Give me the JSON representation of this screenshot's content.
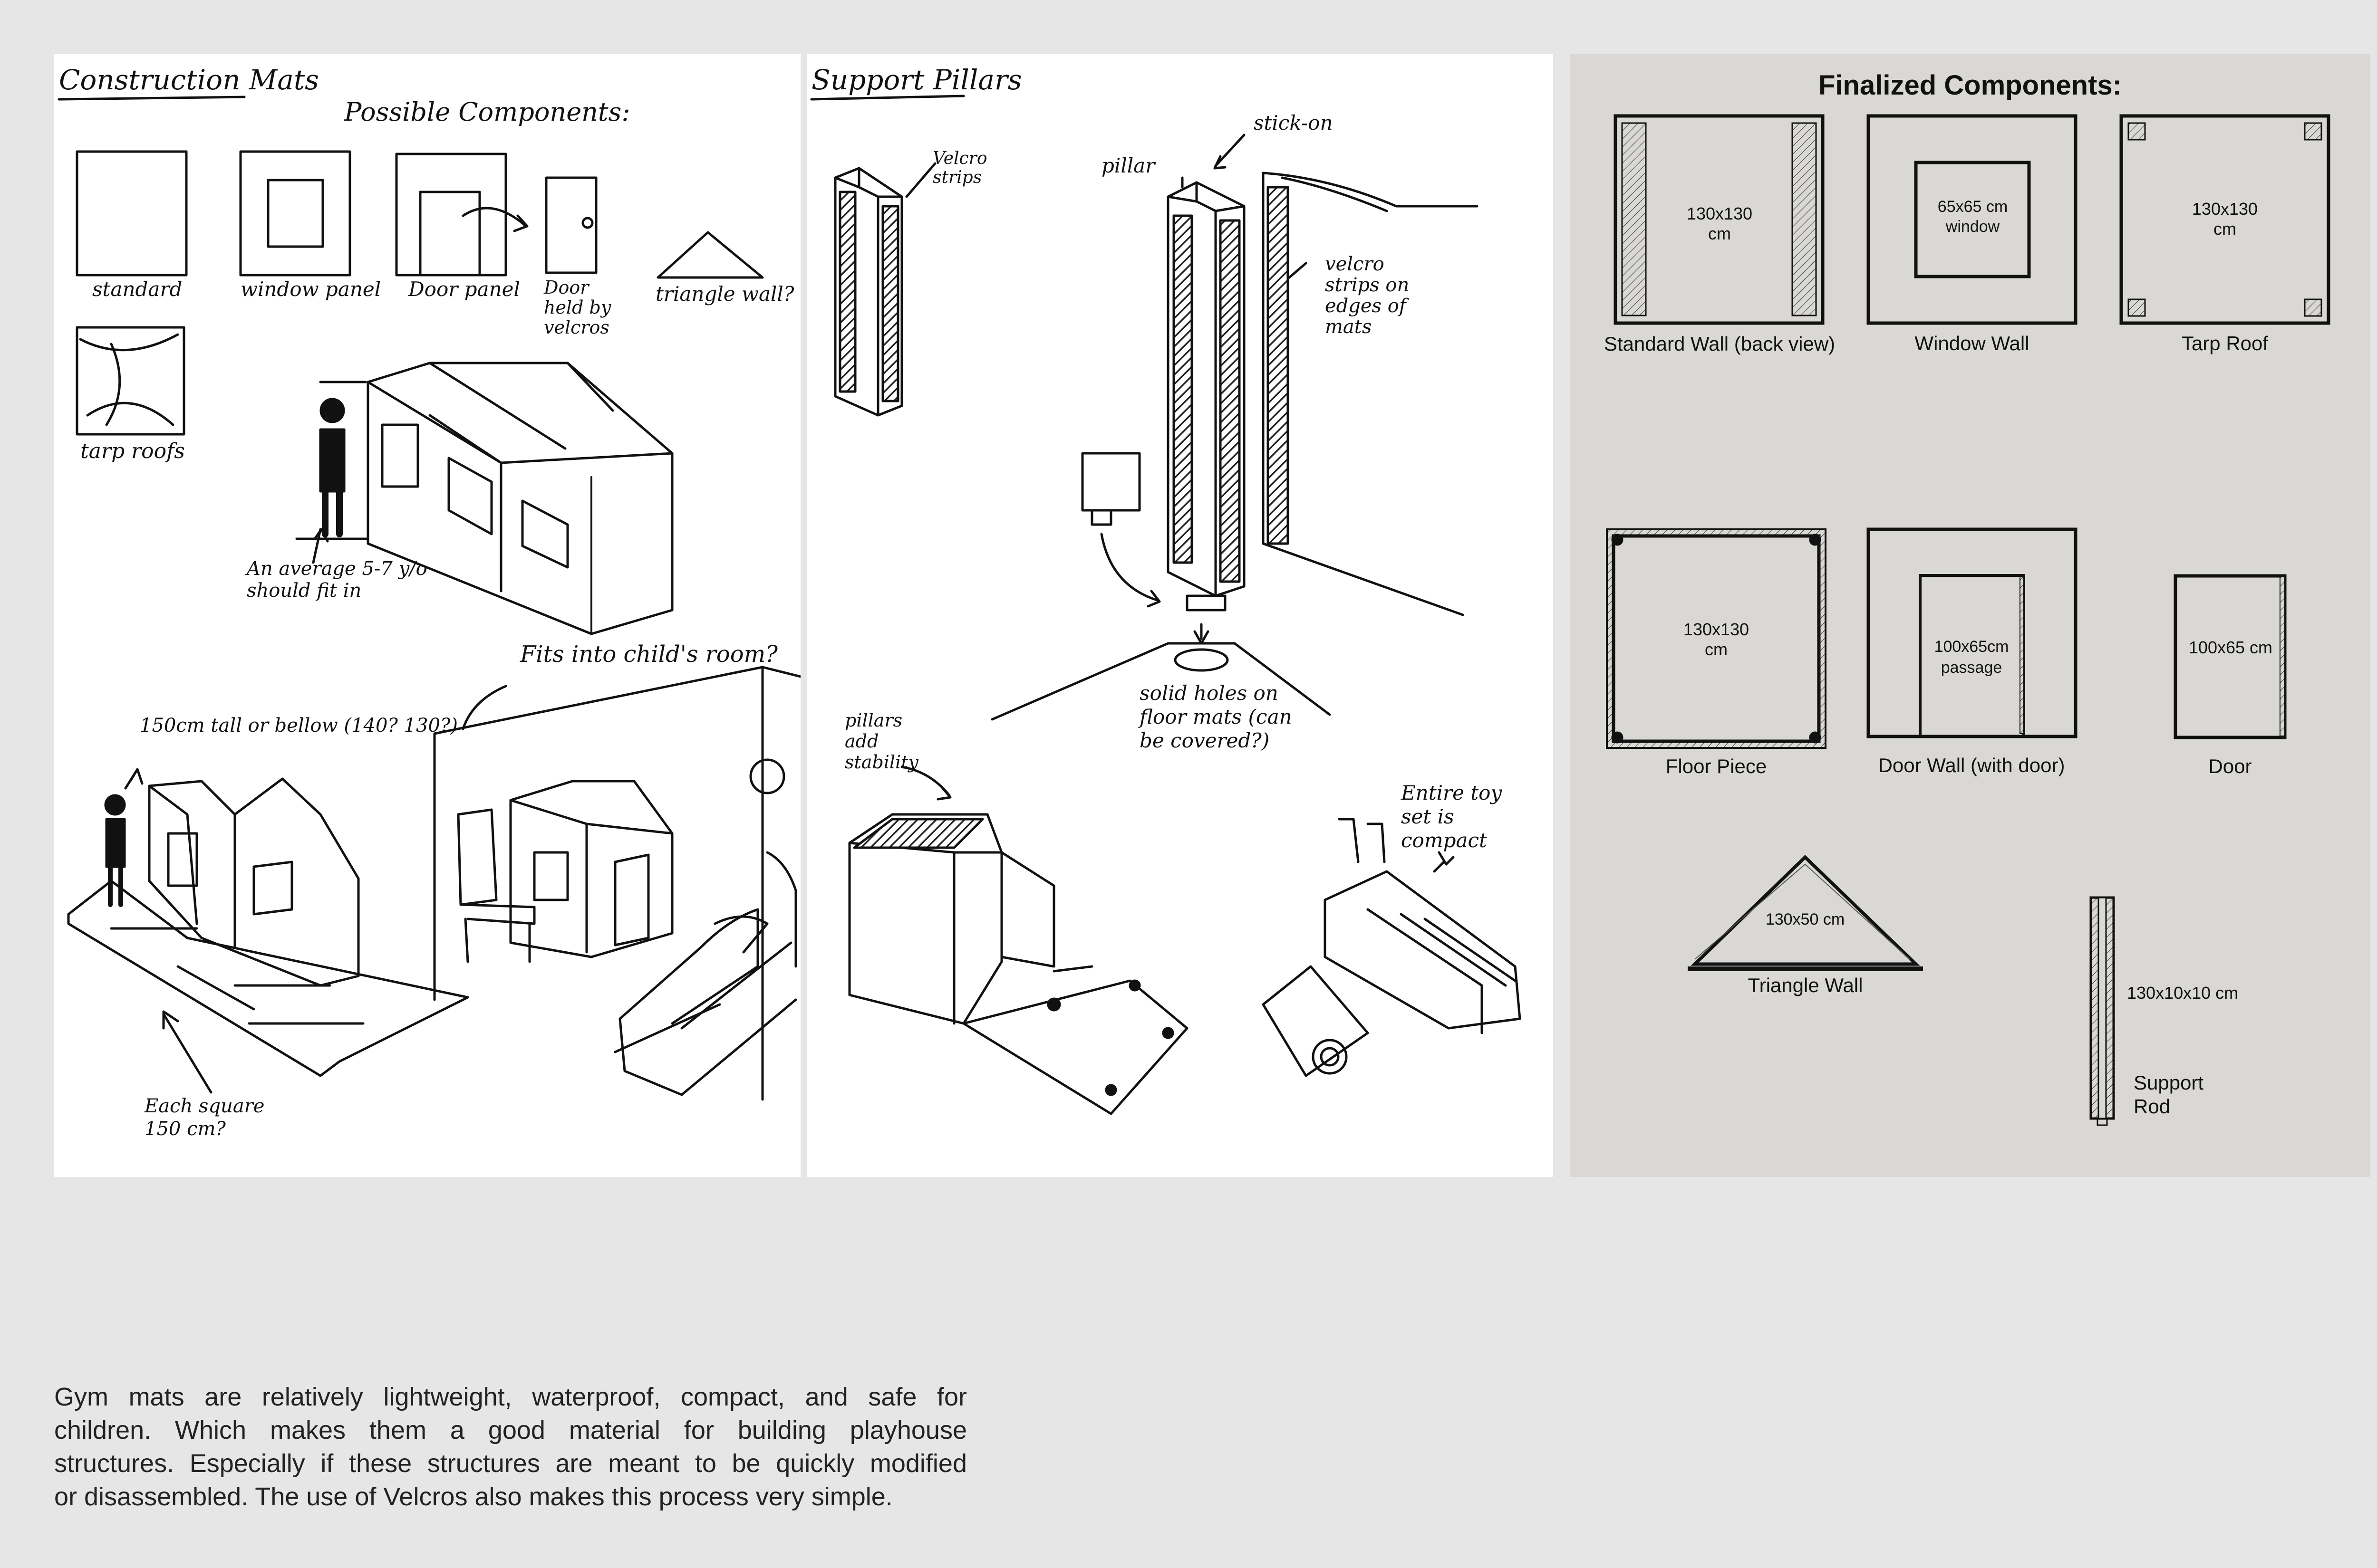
{
  "panel_sketch_mats": {
    "heading": "Construction Mats",
    "subheading": "Possible Components:",
    "components": [
      {
        "label": "standard"
      },
      {
        "label": "window panel"
      },
      {
        "label": "Door panel"
      },
      {
        "label": "Door held by velcros"
      },
      {
        "label": "triangle wall?"
      },
      {
        "label": "tarp roofs"
      }
    ],
    "notes": {
      "child_fit": "An average 5-7 y/o should fit in",
      "room": "Fits into child's room?",
      "height": "150cm tall or bellow (140? 130?)",
      "square": "Each square 150 cm?"
    }
  },
  "panel_sketch_pillars": {
    "heading": "Support Pillars",
    "notes": {
      "velcro": "Velcro strips",
      "stick_on": "stick-on",
      "pillar": "pillar",
      "velcro_edges": "velcro strips on edges of mats",
      "solid_holes": "solid holes on floor mats (can be covered?)",
      "stability": "pillars add stability",
      "compact": "Entire toy set is compact"
    }
  },
  "panel_final": {
    "title": "Finalized Components:",
    "items": [
      {
        "dim": "130x130 cm",
        "name": "Standard Wall (back view)"
      },
      {
        "dim": "65x65 cm window",
        "name": "Window Wall"
      },
      {
        "dim": "130x130 cm",
        "name": "Tarp Roof"
      },
      {
        "dim": "130x130 cm",
        "name": "Floor Piece"
      },
      {
        "dim": "100x65cm passage",
        "name": "Door Wall (with door)"
      },
      {
        "dim": "100x65 cm",
        "name": "Door"
      },
      {
        "dim": "130x50 cm",
        "name": "Triangle Wall"
      },
      {
        "dim": "130x10x10 cm",
        "name": "Support Rod"
      }
    ]
  },
  "description": {
    "lines": [
      "Gym mats are relatively lightweight, waterproof, compact, and safe for",
      "children. Which makes them a good material for building playhouse",
      "structures. Especially if these structures are meant to be quickly modified",
      "or disassembled. The use of Velcros also makes this process very simple."
    ]
  }
}
